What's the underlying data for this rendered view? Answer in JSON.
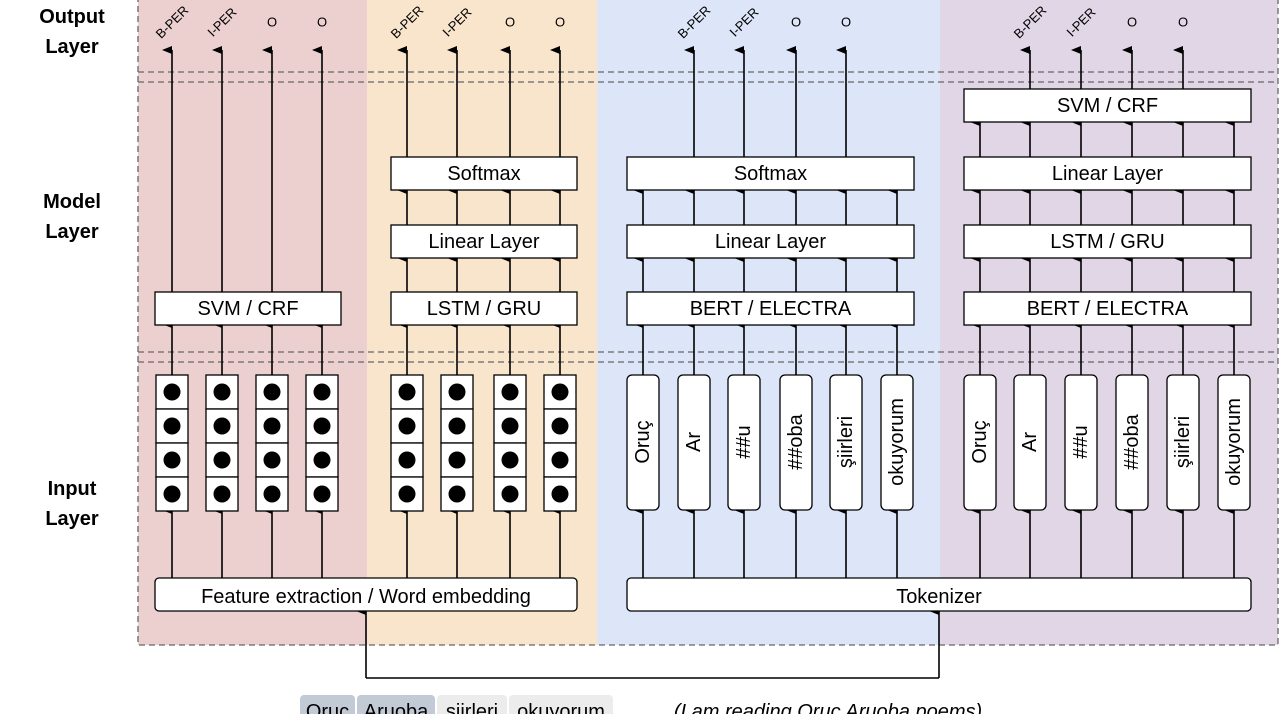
{
  "layers": {
    "output": [
      "Output",
      "Layer"
    ],
    "model": [
      "Model",
      "Layer"
    ],
    "input": [
      "Input",
      "Layer"
    ]
  },
  "colors": {
    "panel_1": "#ecd0d0",
    "panel_2": "#f8e5cc",
    "panel_3": "#dce6f8",
    "panel_4": "#e1d6e6"
  },
  "output_tags": [
    "B-PER",
    "I-PER",
    "O",
    "O"
  ],
  "panels": [
    {
      "blocks": [
        "SVM / CRF"
      ],
      "input_kind": "vectors"
    },
    {
      "blocks": [
        "LSTM / GRU",
        "Linear Layer",
        "Softmax"
      ],
      "input_kind": "vectors"
    },
    {
      "blocks": [
        "BERT / ELECTRA",
        "Linear Layer",
        "Softmax"
      ],
      "input_kind": "tokens"
    },
    {
      "blocks": [
        "BERT / ELECTRA",
        "LSTM / GRU",
        "Linear Layer",
        "SVM / CRF"
      ],
      "input_kind": "tokens"
    }
  ],
  "tokens": [
    "Oruç",
    "Ar",
    "##u",
    "##oba",
    "şiirleri",
    "okuyorum"
  ],
  "feature_extraction": "Feature extraction / Word embedding",
  "tokenizer": "Tokenizer",
  "sentence": {
    "words": [
      "Oruç",
      "Aruoba",
      "şiirleri",
      "okuyorum"
    ],
    "translation": "(I am reading Oruç Aruoba poems)"
  }
}
